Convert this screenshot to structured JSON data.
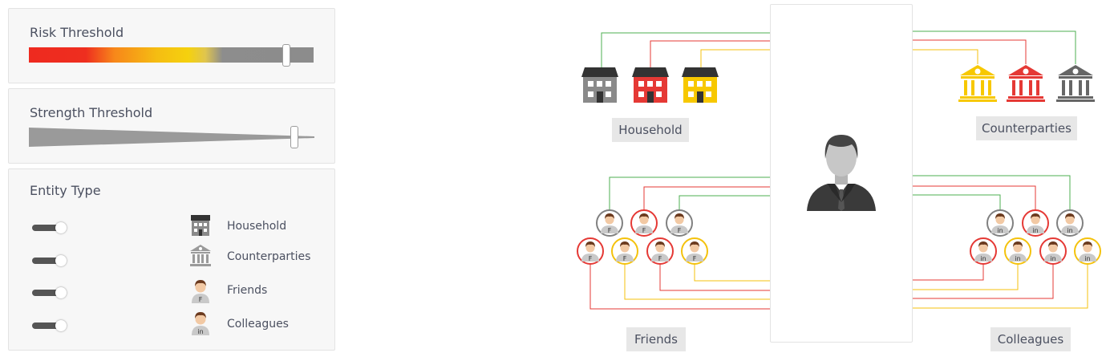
{
  "panels": {
    "risk": {
      "title": "Risk Threshold",
      "value_fraction": 0.91
    },
    "strength": {
      "title": "Strength Threshold",
      "value_fraction": 0.93
    },
    "entity_type": {
      "title": "Entity Type",
      "items": [
        {
          "label": "Household",
          "icon": "house-icon",
          "enabled": true
        },
        {
          "label": "Counterparties",
          "icon": "bank-icon",
          "enabled": true
        },
        {
          "label": "Friends",
          "icon": "friend-avatar-icon",
          "badge": "F",
          "enabled": true
        },
        {
          "label": "Colleagues",
          "icon": "colleague-avatar-icon",
          "badge": "in",
          "enabled": true
        }
      ]
    }
  },
  "graph": {
    "center": {
      "icon": "businessman-icon"
    },
    "groups": {
      "household": {
        "label": "Household"
      },
      "counterparties": {
        "label": "Counterparties"
      },
      "friends": {
        "label": "Friends"
      },
      "colleagues": {
        "label": "Colleagues"
      }
    },
    "colors": {
      "green": "#4caf50",
      "red": "#e53935",
      "yellow": "#f4c20d",
      "gray": "#707070"
    },
    "friend_badge": "F",
    "colleague_badge": "in"
  }
}
